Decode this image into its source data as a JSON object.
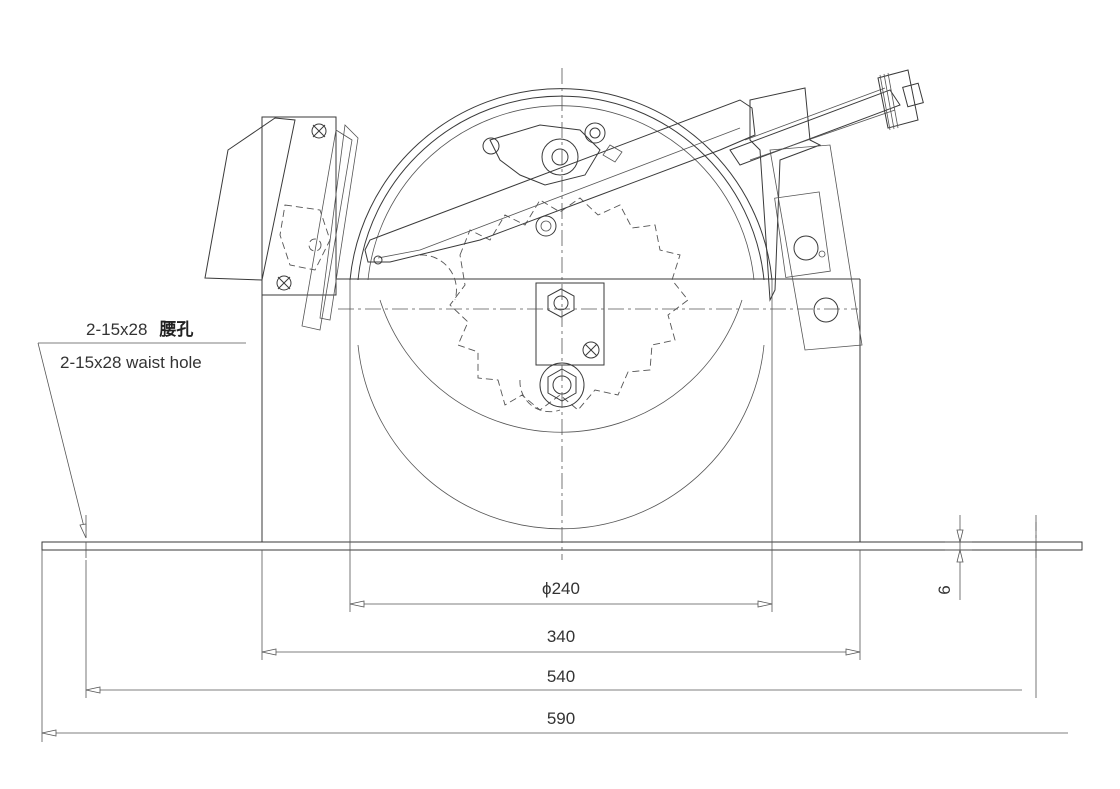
{
  "dimensions": {
    "diameter": "ϕ240",
    "inner_width": "340",
    "hole_spacing": "540",
    "overall_width": "590",
    "plate_thickness": "6"
  },
  "callout": {
    "line1_spec": "2-15x28",
    "line1_cn": "腰孔",
    "line2": "2-15x28 waist hole"
  }
}
